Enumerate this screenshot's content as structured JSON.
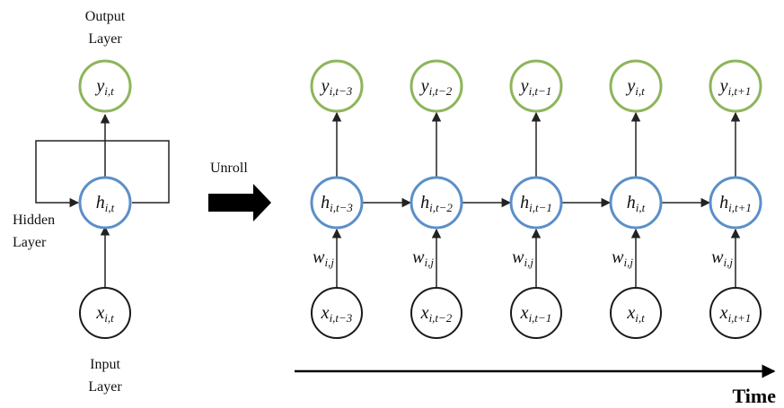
{
  "folded": {
    "output_layer_label": [
      "Output",
      "Layer"
    ],
    "hidden_layer_label": [
      "Hidden",
      "Layer"
    ],
    "input_layer_label": [
      "Input",
      "Layer"
    ],
    "output_node": {
      "var": "y",
      "sub": "i,t"
    },
    "hidden_node": {
      "var": "h",
      "sub": "i,t"
    },
    "input_node": {
      "var": "x",
      "sub": "i,t"
    }
  },
  "unroll_label": "Unroll",
  "unrolled_steps": [
    {
      "y_sub": "i,t−3",
      "h_sub": "i,t−3",
      "x_sub": "i,t−3",
      "w_var": "w",
      "w_sub": "i,j"
    },
    {
      "y_sub": "i,t−2",
      "h_sub": "i,t−2",
      "x_sub": "i,t−2",
      "w_var": "w",
      "w_sub": "i,j"
    },
    {
      "y_sub": "i,t−1",
      "h_sub": "i,t−1",
      "x_sub": "i,t−1",
      "w_var": "w",
      "w_sub": "i,j"
    },
    {
      "y_sub": "i,t",
      "h_sub": "i,t",
      "x_sub": "i,t",
      "w_var": "w",
      "w_sub": "i,j"
    },
    {
      "y_sub": "i,t+1",
      "h_sub": "i,t+1",
      "x_sub": "i,t+1",
      "w_var": "w",
      "w_sub": "i,j"
    }
  ],
  "time_label": "Time",
  "colors": {
    "output_ring": "#8db55b",
    "hidden_ring": "#5b8fc9",
    "input_ring": "#1a1a1a",
    "arrow": "#000000"
  }
}
